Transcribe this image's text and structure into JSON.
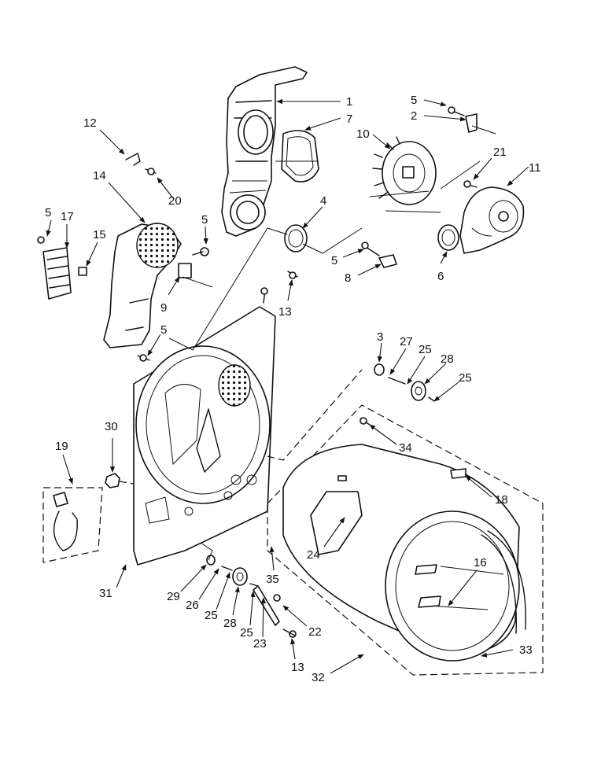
{
  "callouts": [
    {
      "id": "c1",
      "label": "1"
    },
    {
      "id": "c7",
      "label": "7"
    },
    {
      "id": "c5a",
      "label": "5"
    },
    {
      "id": "c2",
      "label": "2"
    },
    {
      "id": "c10",
      "label": "10"
    },
    {
      "id": "c21",
      "label": "21"
    },
    {
      "id": "c11",
      "label": "11"
    },
    {
      "id": "c12",
      "label": "12"
    },
    {
      "id": "c14",
      "label": "14"
    },
    {
      "id": "c20",
      "label": "20"
    },
    {
      "id": "c4",
      "label": "4"
    },
    {
      "id": "c5b",
      "label": "5"
    },
    {
      "id": "c17",
      "label": "17"
    },
    {
      "id": "c15",
      "label": "15"
    },
    {
      "id": "c5c",
      "label": "5"
    },
    {
      "id": "c5d",
      "label": "5"
    },
    {
      "id": "c8",
      "label": "8"
    },
    {
      "id": "c6",
      "label": "6"
    },
    {
      "id": "c9",
      "label": "9"
    },
    {
      "id": "c13a",
      "label": "13"
    },
    {
      "id": "c5e",
      "label": "5"
    },
    {
      "id": "c3",
      "label": "3"
    },
    {
      "id": "c27",
      "label": "27"
    },
    {
      "id": "c25a",
      "label": "25"
    },
    {
      "id": "c28a",
      "label": "28"
    },
    {
      "id": "c25b",
      "label": "25"
    },
    {
      "id": "c30",
      "label": "30"
    },
    {
      "id": "c19",
      "label": "19"
    },
    {
      "id": "c34",
      "label": "34"
    },
    {
      "id": "c18",
      "label": "18"
    },
    {
      "id": "c24",
      "label": "24"
    },
    {
      "id": "c16",
      "label": "16"
    },
    {
      "id": "c35",
      "label": "35"
    },
    {
      "id": "c31",
      "label": "31"
    },
    {
      "id": "c29",
      "label": "29"
    },
    {
      "id": "c26",
      "label": "26"
    },
    {
      "id": "c25c",
      "label": "25"
    },
    {
      "id": "c28b",
      "label": "28"
    },
    {
      "id": "c25d",
      "label": "25"
    },
    {
      "id": "c23",
      "label": "23"
    },
    {
      "id": "c22",
      "label": "22"
    },
    {
      "id": "c13b",
      "label": "13"
    },
    {
      "id": "c33",
      "label": "33"
    },
    {
      "id": "c32",
      "label": "32"
    }
  ],
  "colors": {
    "ink": "#111111",
    "paper": "#ffffff"
  }
}
